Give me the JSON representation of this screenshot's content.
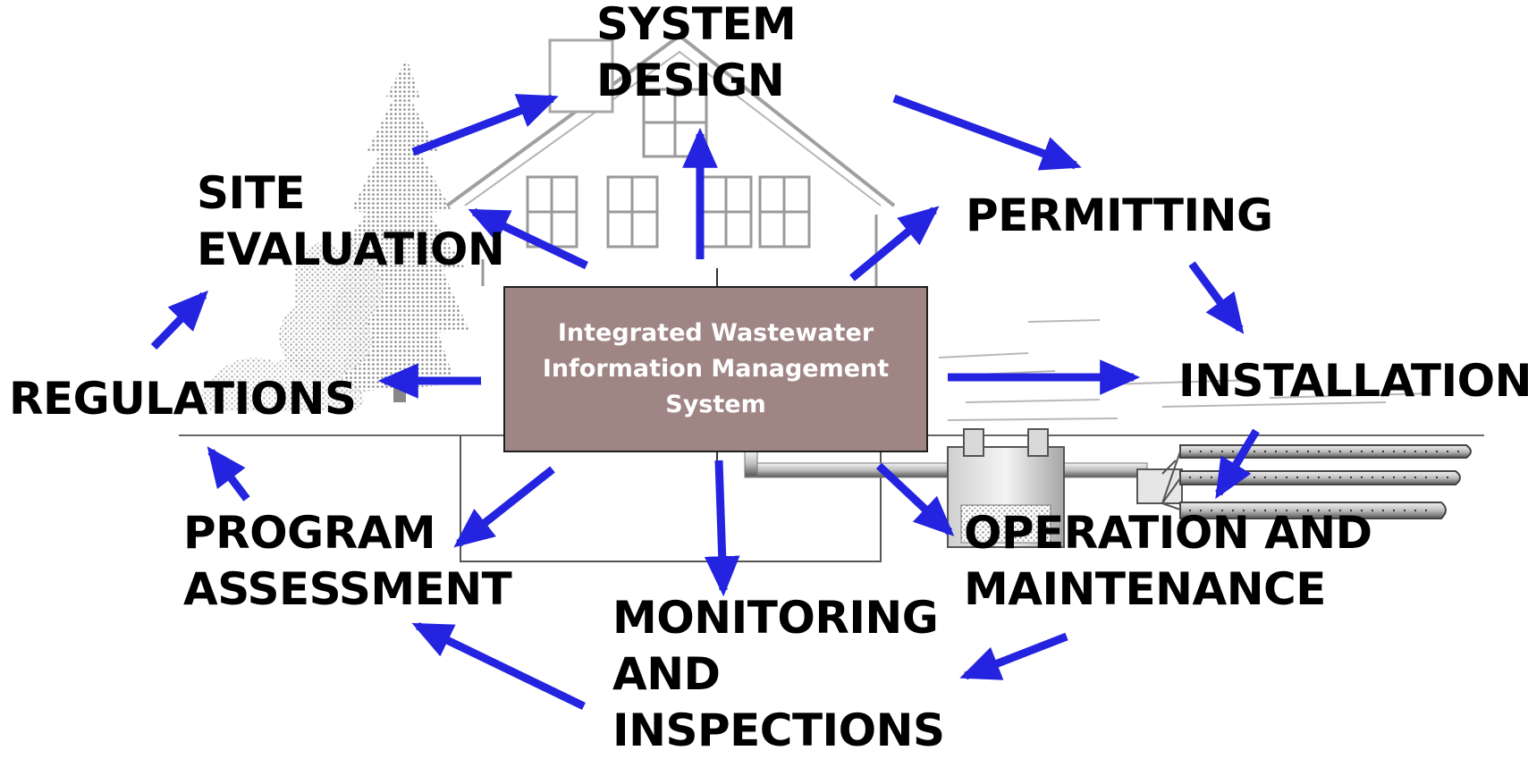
{
  "center": {
    "text": "Integrated Wastewater\nInformation Management\nSystem"
  },
  "nodes": {
    "system_design": "SYSTEM\nDESIGN",
    "site_evaluation": "SITE\nEVALUATION",
    "permitting": "PERMITTING",
    "regulations": "REGULATIONS",
    "installation": "INSTALLATION",
    "program_assessment": "PROGRAM\nASSESSMENT",
    "operation_maintenance": "OPERATION AND\nMAINTENANCE",
    "monitoring_inspections": "MONITORING\nAND\nINSPECTIONS"
  },
  "colors": {
    "arrow": "#2323e0",
    "box_fill": "#a08585",
    "box_text": "#ffffff",
    "label_text": "#000000",
    "sketch": "#9a9a9a"
  }
}
